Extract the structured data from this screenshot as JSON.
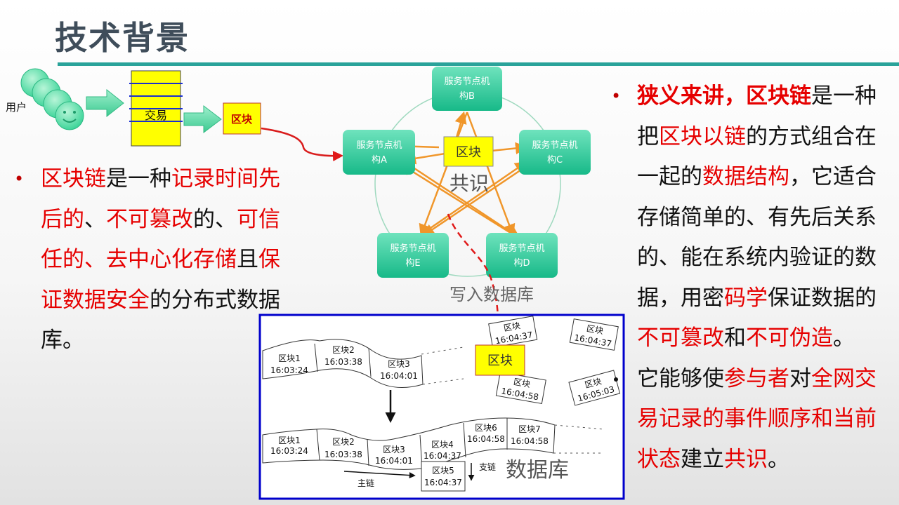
{
  "title": "技术背景",
  "left_text": {
    "bullet": "•",
    "lines": [
      [
        {
          "t": "区块链",
          "r": true
        },
        {
          "t": "是一种"
        },
        {
          "t": "记录时间先",
          "r": true
        }
      ],
      [
        {
          "t": "后的",
          "r": true
        },
        {
          "t": "、"
        },
        {
          "t": "不可篡改",
          "r": true
        },
        {
          "t": "的、"
        },
        {
          "t": "可信",
          "r": true
        }
      ],
      [
        {
          "t": "任的、去中心化存储",
          "r": true
        },
        {
          "t": "且"
        },
        {
          "t": "保",
          "r": true
        }
      ],
      [
        {
          "t": "证数据安全",
          "r": true
        },
        {
          "t": "的分布式数据"
        }
      ],
      [
        {
          "t": "库。"
        }
      ]
    ]
  },
  "right_text": {
    "bullet": "•",
    "lines": [
      [
        {
          "t": "狭义来讲，",
          "r": true,
          "b": true
        },
        {
          "t": "区块链",
          "r": true,
          "b": true
        },
        {
          "t": "是一种"
        }
      ],
      [
        {
          "t": "把"
        },
        {
          "t": "区块以链",
          "r": true
        },
        {
          "t": "的方式组合在"
        }
      ],
      [
        {
          "t": "一起的"
        },
        {
          "t": "数据结构",
          "r": true
        },
        {
          "t": "，它适合"
        }
      ],
      [
        {
          "t": "存储简单的、有先后关系"
        }
      ],
      [
        {
          "t": "的、能在系统内验证的数"
        }
      ],
      [
        {
          "t": "据，用密"
        },
        {
          "t": "码学",
          "r": true
        },
        {
          "t": "保证数据的"
        }
      ],
      [
        {
          "t": "不可篡改",
          "r": true
        },
        {
          "t": "和"
        },
        {
          "t": "不可伪造",
          "r": true
        },
        {
          "t": "。"
        }
      ],
      [
        {
          "t": "它能够使"
        },
        {
          "t": "参与者",
          "r": true
        },
        {
          "t": "对"
        },
        {
          "t": "全网交",
          "r": true
        }
      ],
      [
        {
          "t": "易记录的事件顺序和当前",
          "r": true
        }
      ],
      [
        {
          "t": "状态",
          "r": true
        },
        {
          "t": "建立"
        },
        {
          "t": "共识",
          "r": true
        },
        {
          "t": "。"
        }
      ]
    ]
  },
  "diagram": {
    "user_label": "用户",
    "tx_label": "交易",
    "block_label": "区块",
    "nodes": {
      "B": [
        "服务节点机",
        "构B"
      ],
      "A": [
        "服务节点机",
        "构A"
      ],
      "C": [
        "服务节点机",
        "构C"
      ],
      "E": [
        "服务节点机",
        "构E"
      ],
      "D": [
        "服务节点机",
        "构D"
      ]
    },
    "center_block": "区块",
    "consensus": "共识",
    "write_db": "写入数据库",
    "db_block": "区块",
    "db_label": "数据库",
    "main_chain": "主链",
    "branch_chain": "支链",
    "top_chain": [
      [
        "区块1",
        "16:03:24"
      ],
      [
        "区块2",
        "16:03:38"
      ],
      [
        "区块3",
        "16:04:01"
      ]
    ],
    "loose_blocks": [
      [
        "区块",
        "16:04:37"
      ],
      [
        "区块",
        "16:04:37"
      ],
      [
        "区块",
        "16:04:58"
      ],
      [
        "区块",
        "16:05:03"
      ]
    ],
    "bottom_chain": [
      [
        "区块1",
        "16:03:24"
      ],
      [
        "区块2",
        "16:03:38"
      ],
      [
        "区块3",
        "16:04:01"
      ],
      [
        "区块4",
        "16:04:37"
      ],
      [
        "区块6",
        "16:04:58"
      ],
      [
        "区块7",
        "16:04:58"
      ]
    ],
    "branch_block": [
      "区块5",
      "16:04:37"
    ]
  },
  "colors": {
    "accent_red": "#e60000",
    "teal_rule": "#2aa39a",
    "node_green": "#2ec89a",
    "arrow_orange": "#f0962a",
    "block_yellow": "#ffff00",
    "db_border": "#0000cc"
  }
}
